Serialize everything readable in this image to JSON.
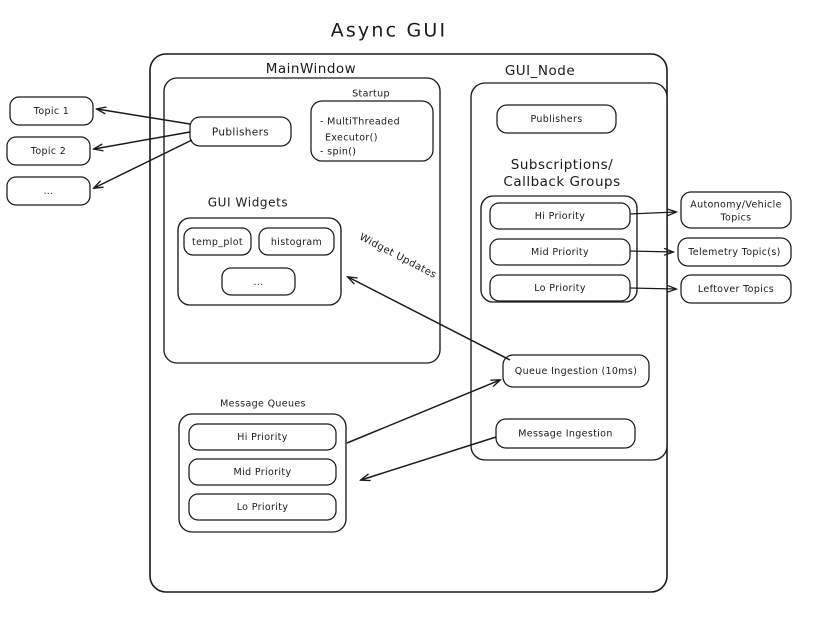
{
  "title": "Async  GUI",
  "containers": {
    "main_window": {
      "label": "MainWindow"
    },
    "gui_node": {
      "label": "GUI_Node"
    }
  },
  "main_window": {
    "publishers": {
      "label": "Publishers"
    },
    "startup": {
      "label": "Startup",
      "lines": [
        "- MultiThreaded",
        "Executor()",
        "- spin()"
      ]
    },
    "gui_widgets": {
      "label": "GUI Widgets",
      "items": [
        {
          "label": "temp_plot"
        },
        {
          "label": "histogram"
        },
        {
          "label": "..."
        }
      ]
    },
    "message_queues": {
      "label": "Message Queues",
      "items": [
        {
          "label": "Hi Priority"
        },
        {
          "label": "Mid Priority"
        },
        {
          "label": "Lo Priority"
        }
      ]
    }
  },
  "gui_node": {
    "publishers": {
      "label": "Publishers"
    },
    "subscriptions": {
      "label_line1": "Subscriptions/",
      "label_line2": "Callback Groups",
      "items": [
        {
          "label": "Hi Priority"
        },
        {
          "label": "Mid Priority"
        },
        {
          "label": "Lo Priority"
        }
      ]
    },
    "queue_ingestion": {
      "label": "Queue Ingestion (10ms)"
    },
    "message_ingestion": {
      "label": "Message Ingestion"
    }
  },
  "left_topics": [
    {
      "label": "Topic 1"
    },
    {
      "label": "Topic 2"
    },
    {
      "label": "..."
    }
  ],
  "right_topics": [
    {
      "label_line1": "Autonomy/Vehicle",
      "label_line2": "Topics"
    },
    {
      "label_line1": "Telemetry Topic(s)",
      "label_line2": ""
    },
    {
      "label_line1": "Leftover Topics",
      "label_line2": ""
    }
  ],
  "annotations": {
    "widget_updates": "Widget Updates"
  },
  "colors": {
    "stroke": "#1a1a1a",
    "background": "#ffffff",
    "text": "#1a1a1a"
  }
}
